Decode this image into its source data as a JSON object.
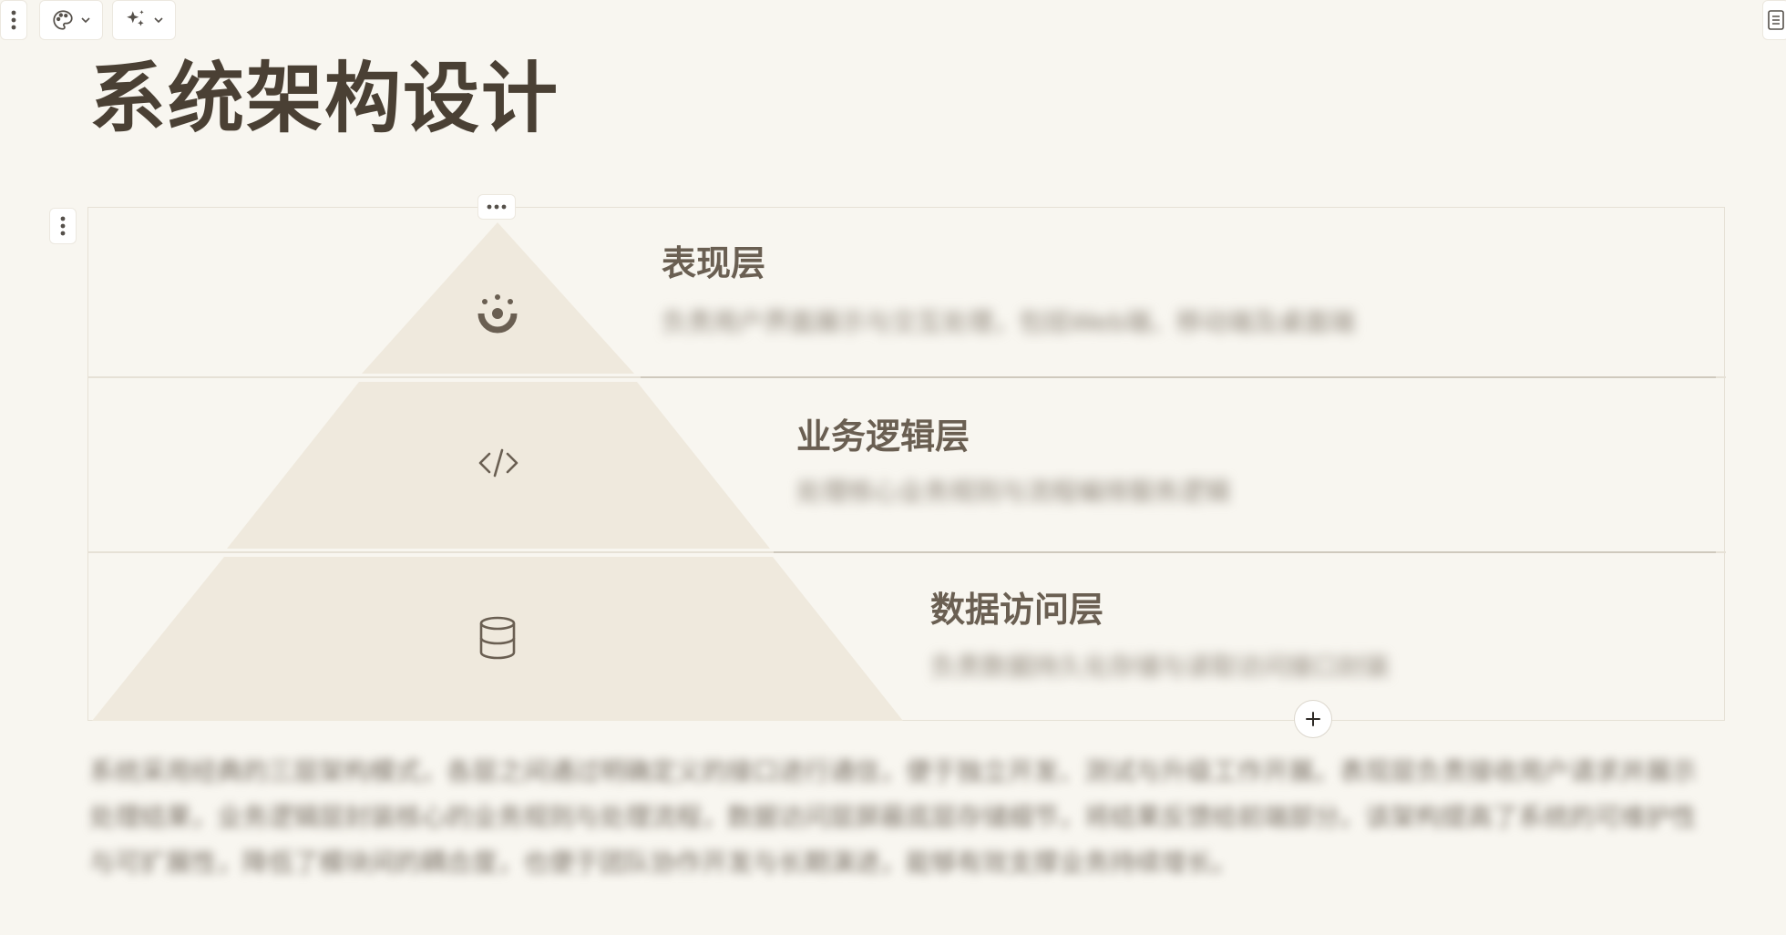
{
  "toolbar": {
    "menu_icon": "vertical-dots-icon",
    "palette_icon": "palette-icon",
    "ai_icon": "sparkles-icon",
    "side_icon": "document-icon"
  },
  "page": {
    "title": "系统架构设计"
  },
  "pyramid": {
    "layers": [
      {
        "title": "表现层",
        "description": "负责用户界面展示与交互处理，包括Web端、移动端及桌面端",
        "icon": "user-interface-icon"
      },
      {
        "title": "业务逻辑层",
        "description": "处理核心业务规则与流程编排服务逻辑",
        "icon": "code-icon"
      },
      {
        "title": "数据访问层",
        "description": "负责数据持久化存储与读取访问接口封装",
        "icon": "database-icon"
      }
    ]
  },
  "paragraph": {
    "text": "系统采用经典的三层架构模式，各层之间通过明确定义的接口进行通信，便于独立开发、测试与升级工作开展。表现层负责接收用户请求并展示处理结果，业务逻辑层封装核心的业务规则与处理流程，数据访问层屏蔽底层存储细节，将结果反馈给前端部分。该架构提高了系统的可维护性与可扩展性，降低了模块间的耦合度，也便于团队协作开发与长期演进，能够有效支撑业务持续增长。"
  },
  "colors": {
    "background": "#f8f6f0",
    "pyramid_fill": "#efe9dd",
    "title": "#4a4034",
    "layer_title": "#6a5f52"
  }
}
